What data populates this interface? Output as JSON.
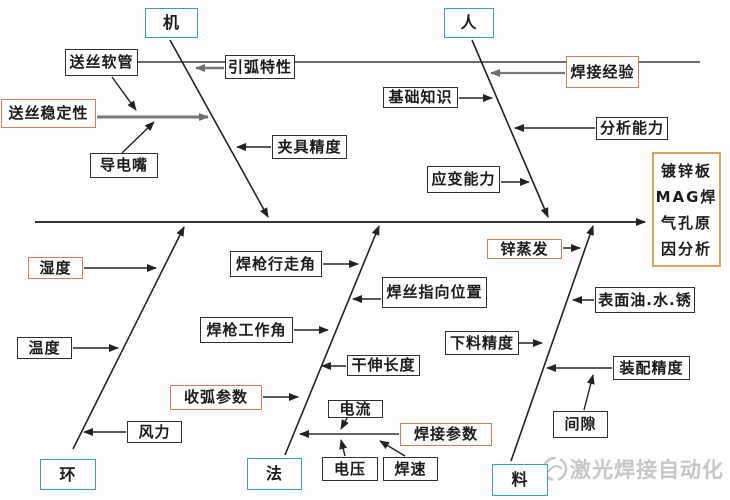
{
  "diagram": {
    "type": "fishbone-cause-effect",
    "effect": {
      "label": "镀锌板MAG焊气孔原因分析",
      "lines": [
        "镀锌板",
        "MAG焊",
        "气孔原",
        "因分析"
      ]
    },
    "branches": [
      {
        "id": "machine",
        "label": "机",
        "position": "top-left",
        "causes": [
          {
            "id": "wire-liner",
            "label": "送丝软管",
            "highlight": false
          },
          {
            "id": "arc-start-characteristics",
            "label": "引弧特性",
            "highlight": false
          },
          {
            "id": "wire-feed-stability",
            "label": "送丝稳定性",
            "highlight": true
          },
          {
            "id": "contact-tip",
            "label": "导电嘴",
            "highlight": false
          },
          {
            "id": "fixture-precision",
            "label": "夹具精度",
            "highlight": false
          }
        ]
      },
      {
        "id": "person",
        "label": "人",
        "position": "top-right",
        "causes": [
          {
            "id": "welding-experience",
            "label": "焊接经验",
            "highlight": true
          },
          {
            "id": "basic-knowledge",
            "label": "基础知识",
            "highlight": false
          },
          {
            "id": "analysis-ability",
            "label": "分析能力",
            "highlight": false
          },
          {
            "id": "adaptability",
            "label": "应变能力",
            "highlight": false
          }
        ]
      },
      {
        "id": "environment",
        "label": "环",
        "position": "bottom-left",
        "causes": [
          {
            "id": "humidity",
            "label": "湿度",
            "highlight": true
          },
          {
            "id": "temperature",
            "label": "温度",
            "highlight": false
          },
          {
            "id": "wind-force",
            "label": "风力",
            "highlight": false
          }
        ]
      },
      {
        "id": "method",
        "label": "法",
        "position": "bottom-middle",
        "causes": [
          {
            "id": "torch-travel-angle",
            "label": "焊枪行走角",
            "highlight": false
          },
          {
            "id": "wire-pointing-position",
            "label": "焊丝指向位置",
            "highlight": false
          },
          {
            "id": "torch-work-angle",
            "label": "焊枪工作角",
            "highlight": false
          },
          {
            "id": "stickout-length",
            "label": "干伸长度",
            "highlight": false
          },
          {
            "id": "arc-end-parameters",
            "label": "收弧参数",
            "highlight": true
          },
          {
            "id": "current",
            "label": "电流",
            "highlight": false
          },
          {
            "id": "welding-parameters",
            "label": "焊接参数",
            "highlight": true
          },
          {
            "id": "voltage",
            "label": "电压",
            "highlight": false
          },
          {
            "id": "welding-speed",
            "label": "焊速",
            "highlight": false
          }
        ]
      },
      {
        "id": "material",
        "label": "料",
        "position": "bottom-right",
        "causes": [
          {
            "id": "zinc-evaporation",
            "label": "锌蒸发",
            "highlight": true
          },
          {
            "id": "surface-oil-water-rust",
            "label": "表面油.水.锈",
            "highlight": false
          },
          {
            "id": "blanking-precision",
            "label": "下料精度",
            "highlight": false
          },
          {
            "id": "assembly-precision",
            "label": "装配精度",
            "highlight": false
          },
          {
            "id": "gap",
            "label": "间隙",
            "highlight": false
          }
        ]
      }
    ],
    "colors": {
      "category_border": "#3aa0a0",
      "highlight_border": "#c9805c",
      "effect_border": "#d9a35f",
      "line": "#2a2a2a",
      "gray_line": "#7a7a7a",
      "watermark": "#c6c6c6"
    }
  },
  "watermark": {
    "label": "激光焊接自动化"
  }
}
